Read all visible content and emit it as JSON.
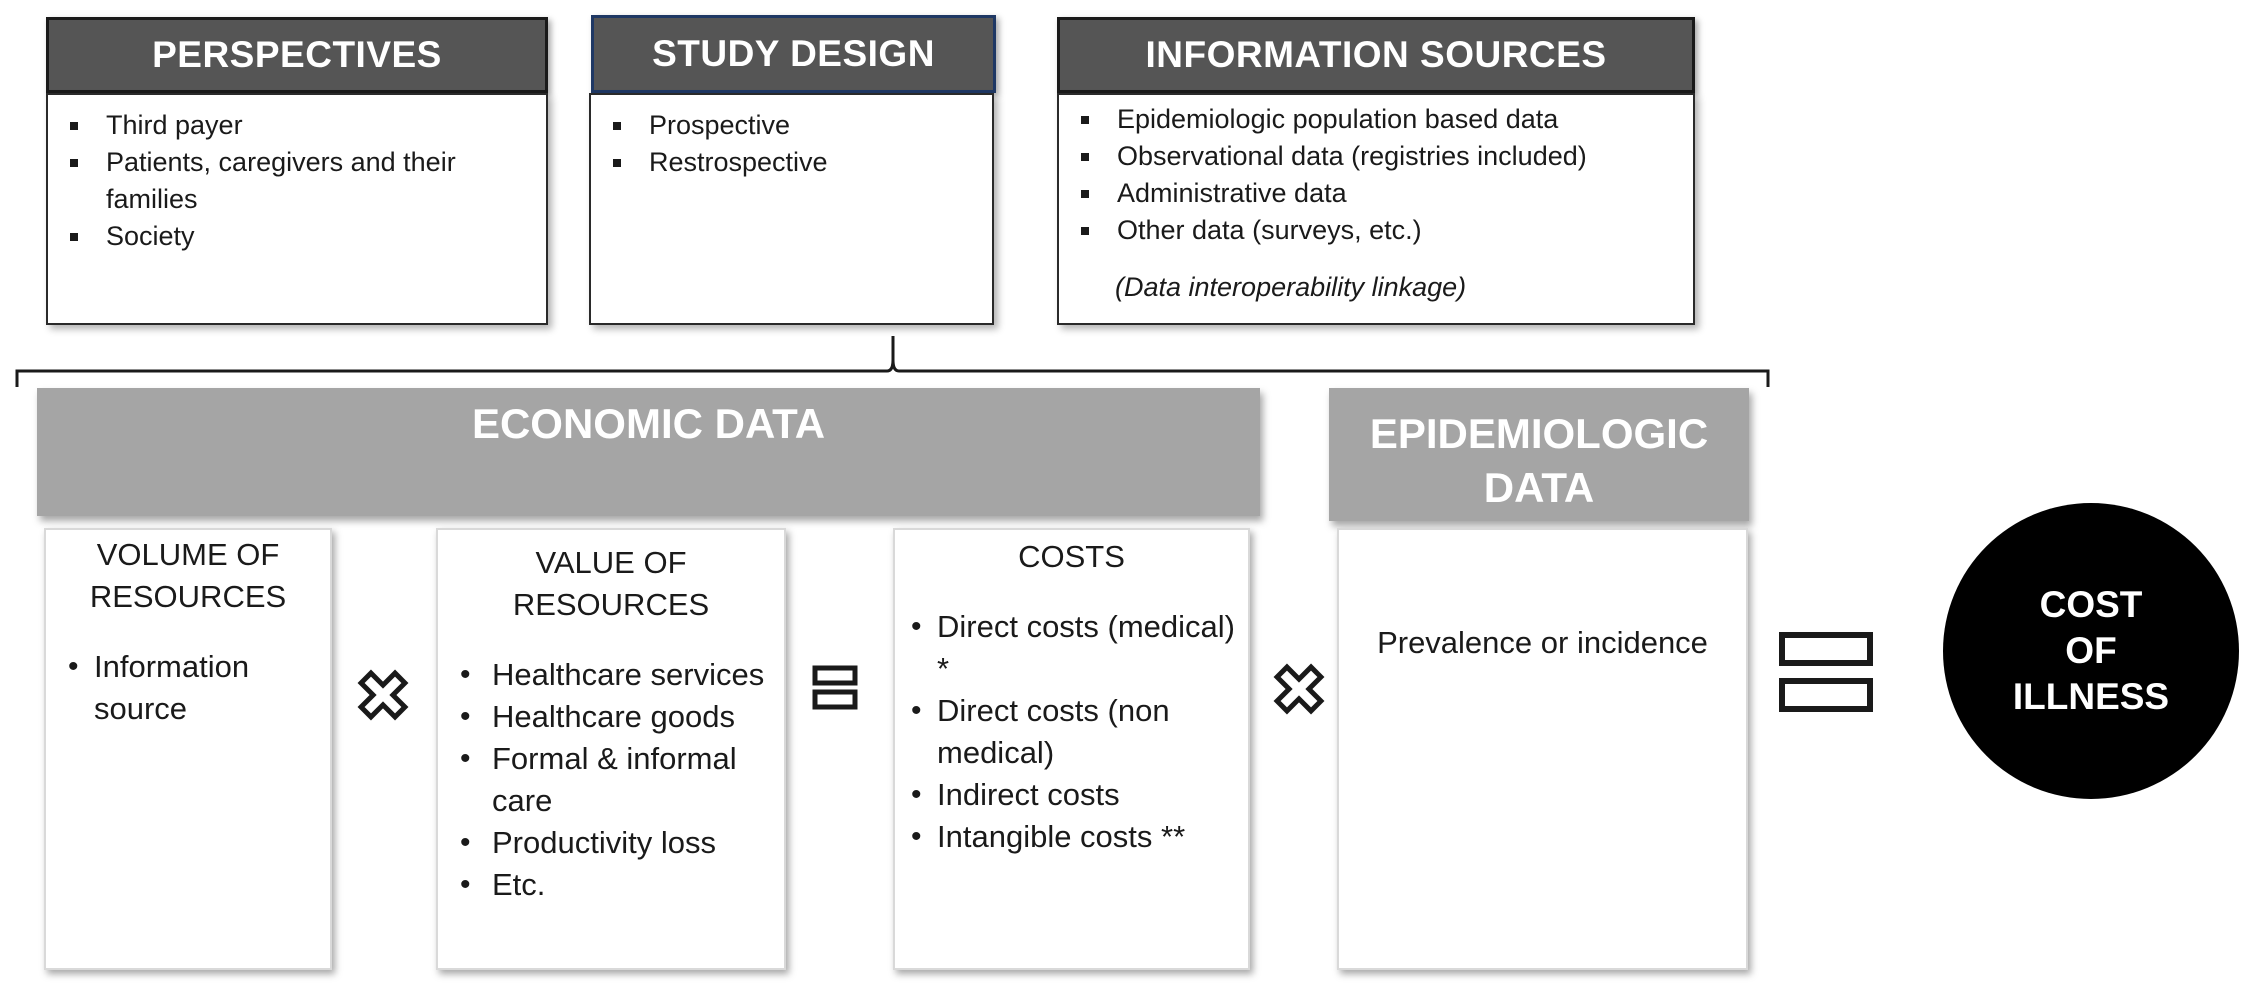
{
  "perspectives": {
    "title": "PERSPECTIVES",
    "items": [
      "Third payer",
      "Patients, caregivers and their families",
      "Society"
    ]
  },
  "study_design": {
    "title": "STUDY DESIGN",
    "items": [
      "Prospective",
      "Restrospective"
    ]
  },
  "information_sources": {
    "title": "INFORMATION SOURCES",
    "items": [
      "Epidemiologic population based data",
      "Observational data (registries included)",
      "Administrative data",
      "Other data (surveys, etc.)"
    ],
    "note": "(Data interoperability linkage)"
  },
  "economic_data": {
    "title": "ECONOMIC DATA"
  },
  "epidemiologic_data": {
    "title_line1": "EPIDEMIOLOGIC",
    "title_line2": "DATA"
  },
  "volume": {
    "title_line1": "VOLUME OF",
    "title_line2": "RESOURCES",
    "items": [
      "Information source"
    ]
  },
  "value": {
    "title_line1": "VALUE OF",
    "title_line2": "RESOURCES",
    "items": [
      "Healthcare services",
      "Healthcare goods",
      "Formal & informal care",
      "Productivity loss",
      "Etc."
    ]
  },
  "costs": {
    "title": "COSTS",
    "items": [
      "Direct costs (medical) *",
      "Direct costs (non medical)",
      "Indirect costs",
      "Intangible costs **"
    ]
  },
  "epidemiologic_body": {
    "text": "Prevalence or incidence"
  },
  "result": {
    "line1": "COST",
    "line2": "OF",
    "line3": "ILLNESS"
  },
  "operators": {
    "multiply_1": "multiply-icon",
    "equals_1": "equals-icon",
    "multiply_2": "multiply-icon",
    "equals_2": "equals-icon"
  },
  "colors": {
    "header_dark": "#555555",
    "band_grey": "#a5a5a5",
    "circle": "#000000",
    "study_design_border": "#1f3864"
  }
}
